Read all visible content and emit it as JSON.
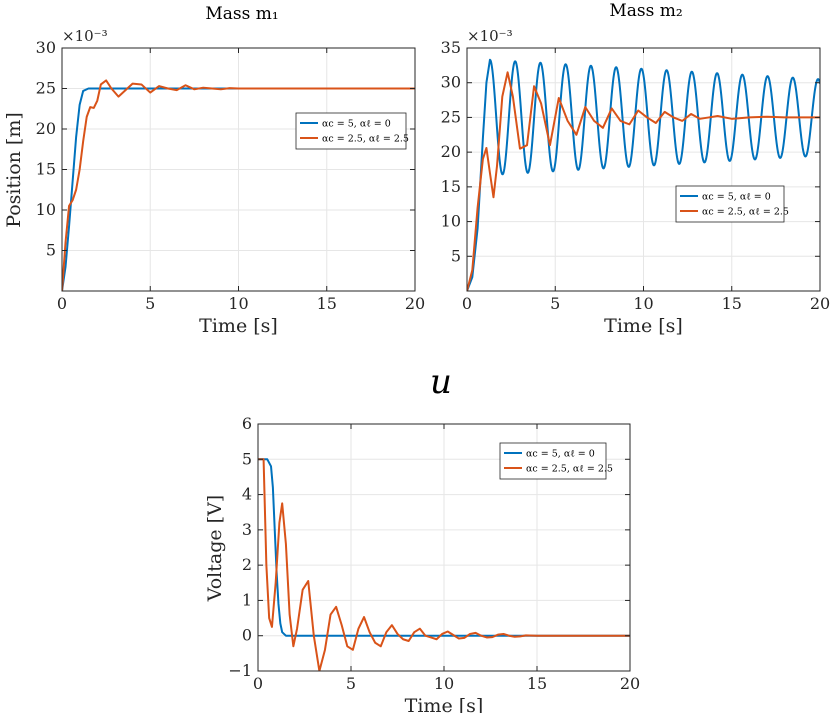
{
  "chart_data": [
    {
      "type": "line",
      "title": "Mass m₁",
      "xlabel": "Time [s]",
      "ylabel": "Position [m]",
      "exponent_label": "×10⁻³",
      "xlim": [
        0,
        20
      ],
      "ylim": [
        0,
        30
      ],
      "xticks": [
        5,
        10,
        15,
        20
      ],
      "yticks": [
        5,
        10,
        15,
        20,
        25,
        30
      ],
      "origin_tick_label": "0",
      "grid": true,
      "legend": "right-center",
      "series": [
        {
          "name": "αc = 5,  αℓ = 0",
          "color": "#0072BD",
          "x": [
            0,
            0.2,
            0.4,
            0.6,
            0.8,
            1.0,
            1.2,
            1.5,
            2,
            5,
            10,
            15,
            20
          ],
          "y": [
            0,
            3,
            8,
            13.5,
            19,
            23,
            24.7,
            25,
            25,
            25,
            25,
            25,
            25
          ]
        },
        {
          "name": "αc = 2.5,  αℓ = 2.5",
          "color": "#D95319",
          "x": [
            0,
            0.2,
            0.4,
            0.6,
            0.8,
            1.0,
            1.2,
            1.4,
            1.6,
            1.8,
            2.0,
            2.2,
            2.5,
            2.8,
            3.2,
            3.6,
            4.0,
            4.5,
            5.0,
            5.5,
            6.0,
            6.5,
            7.0,
            7.5,
            8.0,
            8.5,
            9.0,
            9.5,
            10.0,
            11,
            12,
            14,
            16,
            18,
            20
          ],
          "y": [
            0,
            6,
            10.5,
            11.2,
            12.5,
            15,
            18.5,
            21.5,
            22.7,
            22.6,
            23.5,
            25.5,
            26.0,
            25.0,
            24.0,
            24.8,
            25.6,
            25.5,
            24.5,
            25.3,
            25.0,
            24.8,
            25.4,
            24.9,
            25.1,
            25.0,
            24.9,
            25.05,
            25.0,
            25.0,
            25.0,
            25.0,
            25.0,
            25.0,
            25.0
          ]
        }
      ]
    },
    {
      "type": "line",
      "title": "Mass m₂",
      "xlabel": "Time [s]",
      "ylabel": "",
      "exponent_label": "×10⁻³",
      "xlim": [
        0,
        20
      ],
      "ylim": [
        0,
        35
      ],
      "xticks": [
        5,
        10,
        15,
        20
      ],
      "yticks": [
        5,
        10,
        15,
        20,
        25,
        30,
        35
      ],
      "origin_tick_label": "0",
      "grid": true,
      "legend": "bottom-right",
      "series": [
        {
          "name": "αc = 5,  αℓ = 0",
          "color": "#0072BD",
          "model": {
            "kind": "oscillation",
            "mean": 25,
            "amp0": 8.3,
            "amp_end": 5.5,
            "period": 1.43,
            "t0": 1.3
          },
          "x": [
            0,
            0.3,
            0.6,
            0.9,
            1.1,
            1.3
          ],
          "y": [
            0,
            2,
            9,
            22,
            30,
            33.3
          ]
        },
        {
          "name": "αc = 2.5,  αℓ = 2.5",
          "color": "#D95319",
          "x": [
            0,
            0.3,
            0.6,
            0.9,
            1.1,
            1.3,
            1.5,
            1.7,
            2.0,
            2.3,
            2.6,
            3.0,
            3.4,
            3.8,
            4.2,
            4.7,
            5.2,
            5.7,
            6.2,
            6.7,
            7.2,
            7.7,
            8.2,
            8.7,
            9.2,
            9.7,
            10.2,
            10.7,
            11.2,
            11.7,
            12.2,
            12.7,
            13.2,
            13.7,
            14.2,
            15,
            16,
            17,
            18,
            19,
            20
          ],
          "y": [
            0,
            3,
            12,
            19,
            20.6,
            17,
            13.5,
            18,
            28,
            31.5,
            28,
            20.5,
            21,
            29.5,
            27,
            21,
            27.8,
            24.5,
            22.5,
            26.5,
            24.5,
            23.5,
            26.3,
            24.5,
            24.0,
            26.0,
            25.0,
            24.2,
            25.8,
            25.0,
            24.5,
            25.5,
            24.8,
            25.0,
            25.2,
            24.8,
            25.0,
            25.1,
            25.0,
            25.0,
            25.0
          ]
        }
      ]
    },
    {
      "type": "line",
      "title": "u",
      "xlabel": "Time [s]",
      "ylabel": "Voltage [V]",
      "xlim": [
        0,
        20
      ],
      "ylim": [
        -1,
        6
      ],
      "xticks": [
        5,
        10,
        15,
        20
      ],
      "yticks": [
        -1,
        0,
        1,
        2,
        3,
        4,
        5,
        6
      ],
      "origin_tick_label": "0",
      "grid": true,
      "legend": "top-right",
      "series": [
        {
          "name": "αc = 5,  αℓ = 0",
          "color": "#0072BD",
          "x": [
            0,
            0.5,
            0.7,
            0.8,
            0.9,
            1.0,
            1.1,
            1.2,
            1.3,
            1.5,
            2,
            5,
            10,
            15,
            20
          ],
          "y": [
            5,
            5,
            4.8,
            4.2,
            3.0,
            1.8,
            0.9,
            0.35,
            0.1,
            0.0,
            0.0,
            0.0,
            0.0,
            0.0,
            0.0
          ]
        },
        {
          "name": "αc = 2.5,  αℓ = 2.5",
          "color": "#D95319",
          "x": [
            0,
            0.3,
            0.35,
            0.45,
            0.6,
            0.75,
            0.95,
            1.15,
            1.3,
            1.5,
            1.7,
            1.9,
            2.1,
            2.4,
            2.7,
            3.0,
            3.3,
            3.6,
            3.9,
            4.2,
            4.5,
            4.8,
            5.1,
            5.4,
            5.7,
            6.0,
            6.3,
            6.6,
            6.9,
            7.2,
            7.5,
            7.8,
            8.1,
            8.4,
            8.7,
            9.0,
            9.3,
            9.6,
            9.9,
            10.2,
            10.5,
            10.8,
            11.1,
            11.4,
            11.7,
            12.0,
            12.3,
            12.6,
            12.9,
            13.2,
            13.5,
            13.8,
            14.1,
            14.4,
            15,
            16,
            17,
            18,
            19,
            20
          ],
          "y": [
            5,
            5,
            4.0,
            2.0,
            0.5,
            0.25,
            1.5,
            3.2,
            3.75,
            2.6,
            0.6,
            -0.3,
            0.2,
            1.3,
            1.55,
            0.0,
            -1.0,
            -0.4,
            0.6,
            0.82,
            0.3,
            -0.3,
            -0.4,
            0.2,
            0.53,
            0.1,
            -0.2,
            -0.3,
            0.1,
            0.3,
            0.05,
            -0.1,
            -0.15,
            0.1,
            0.2,
            0.0,
            -0.05,
            -0.1,
            0.05,
            0.12,
            0.02,
            -0.08,
            -0.06,
            0.05,
            0.08,
            0.0,
            -0.05,
            -0.04,
            0.03,
            0.05,
            0.0,
            -0.03,
            -0.02,
            0.01,
            0.0,
            0.0,
            0.0,
            0.0,
            0.0,
            0.0
          ]
        }
      ]
    }
  ]
}
